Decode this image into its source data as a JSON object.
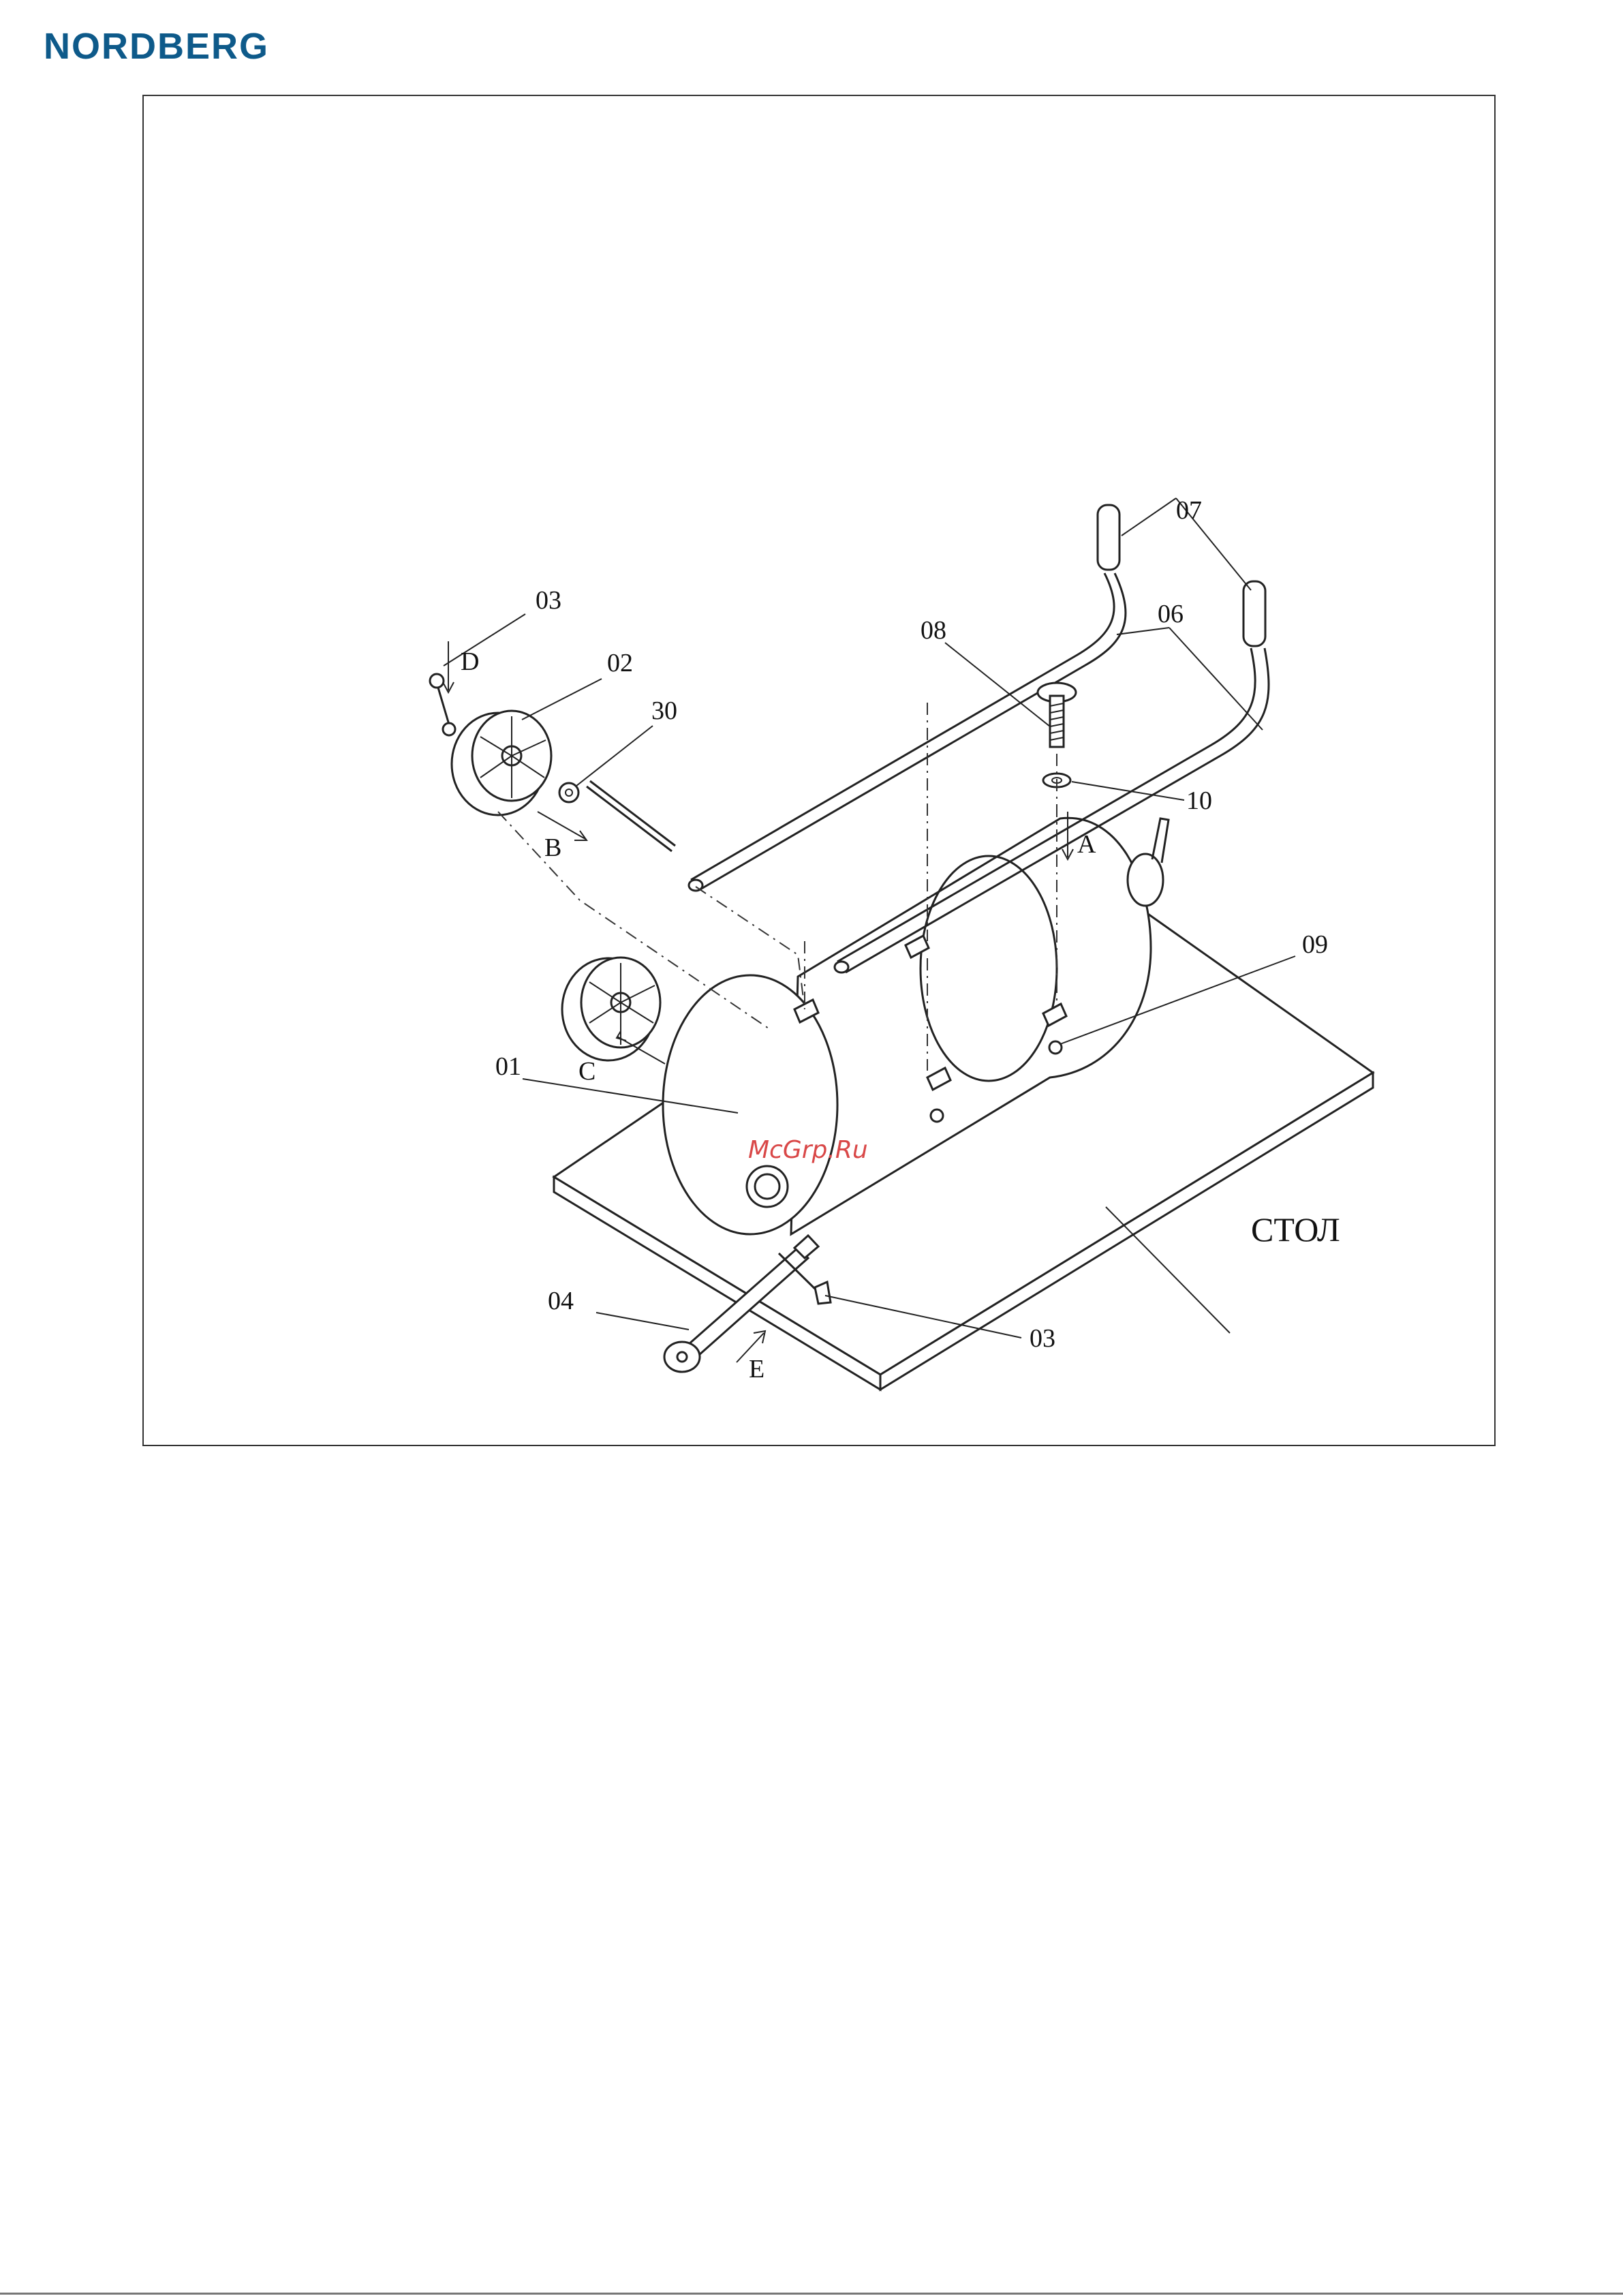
{
  "header": {
    "brand": "NORDBERG"
  },
  "figure": {
    "labels": {
      "part01": "01",
      "part02": "02",
      "part03a": "03",
      "part03b": "03",
      "part04": "04",
      "part06": "06",
      "part07": "07",
      "part08": "08",
      "part09": "09",
      "part10": "10",
      "part30": "30",
      "arrowA": "A",
      "arrowB": "B",
      "arrowC": "C",
      "arrowD": "D",
      "arrowE": "E",
      "table": "СТОЛ"
    },
    "watermark": "McGrp.Ru"
  },
  "colors": {
    "brand": "#0e5a8a",
    "watermark": "#d94848",
    "frame": "#333333"
  }
}
